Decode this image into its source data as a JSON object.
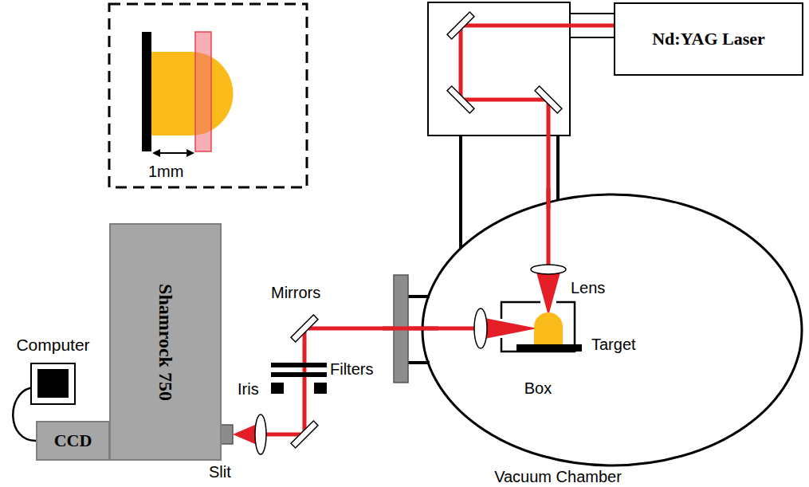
{
  "diagram": {
    "nodes": [
      {
        "text": [
          "Nd:YAG Laser"
        ]
      },
      {
        "text": [
          "Vacuum Chamber"
        ]
      },
      {
        "text": [
          "Box"
        ],
        "in": 1
      },
      {
        "text": [
          "Shamrock 750"
        ]
      },
      {
        "text": [
          "CCD"
        ]
      },
      {
        "text": [
          "Computer"
        ]
      }
    ],
    "edges": [
      {
        "from": 5,
        "to": 4,
        "arrow": "none"
      }
    ],
    "labels": [
      "Lens",
      "Target",
      "Mirrors",
      "Filters",
      "Iris",
      "Slit",
      "1mm"
    ]
  }
}
